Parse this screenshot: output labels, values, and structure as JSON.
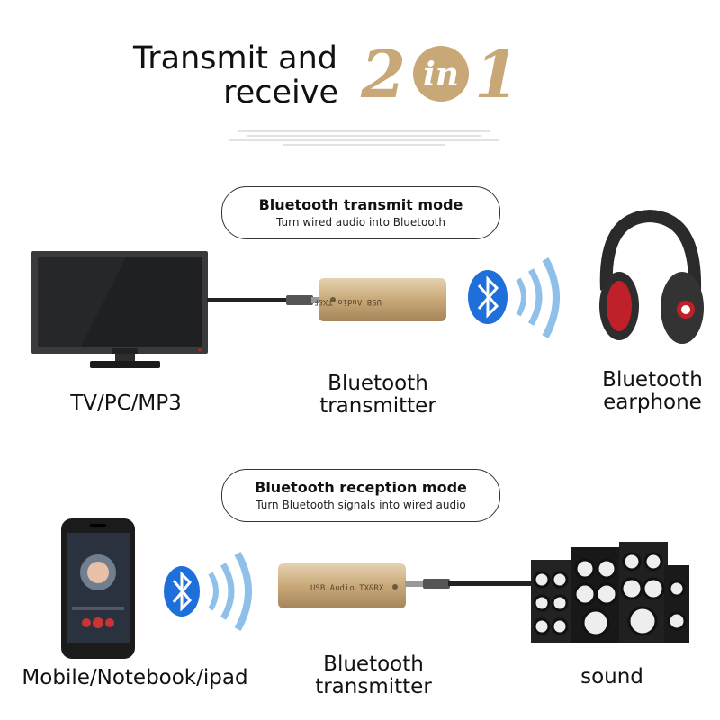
{
  "header": {
    "title_line1": "Transmit and",
    "title_line2": "receive",
    "badge_left": "2",
    "badge_middle": "in",
    "badge_right": "1"
  },
  "transmit_mode": {
    "title": "Bluetooth transmit mode",
    "subtitle": "Turn wired audio into Bluetooth"
  },
  "reception_mode": {
    "title": "Bluetooth reception mode",
    "subtitle": "Turn Bluetooth signals into wired audio"
  },
  "device_text": "USB Audio TX&RX",
  "labels": {
    "tv": "TV/PC/MP3",
    "transmitter_top_1": "Bluetooth",
    "transmitter_top_2": "transmitter",
    "earphone_1": "Bluetooth",
    "earphone_2": "earphone",
    "mobile": "Mobile/Notebook/ipad",
    "transmitter_bottom_1": "Bluetooth",
    "transmitter_bottom_2": "transmitter",
    "sound": "sound"
  },
  "icons": {
    "tv": "tv-icon",
    "dongle": "usb-dongle-icon",
    "bluetooth": "bluetooth-icon",
    "headphones": "headphones-icon",
    "phone": "smartphone-icon",
    "speakers": "speakers-icon"
  },
  "colors": {
    "gold": "#c9a878",
    "bluetooth_blue": "#1e6fd9",
    "wave_blue": "#8fc0ea"
  }
}
